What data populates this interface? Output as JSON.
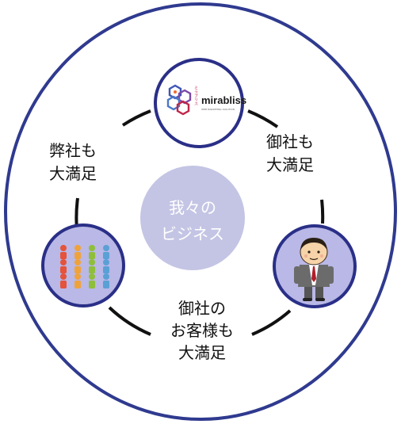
{
  "center": {
    "line1": "我々の",
    "line2": "ビジネス"
  },
  "nodes": {
    "logo": {
      "brand": "mirabliss",
      "vertical": "ミラブリス",
      "tagline": "WEB MARKETING SOLUTION"
    }
  },
  "captions": {
    "right": {
      "line1": "御社も",
      "line2": "大満足"
    },
    "left": {
      "line1": "弊社も",
      "line2": "大満足"
    },
    "bottom": {
      "line1": "御社の",
      "line2": "お客様も",
      "line3": "大満足"
    }
  },
  "colors": {
    "outer_ring": "#2f3a8f",
    "node_border": "#2a2f87",
    "node_fill_avatar": "#b9b8e6",
    "center_fill": "#c4c5e4",
    "connector": "#111111"
  },
  "icons": [
    "hexagon-logo-icon",
    "crowd-icon",
    "businessman-icon"
  ]
}
